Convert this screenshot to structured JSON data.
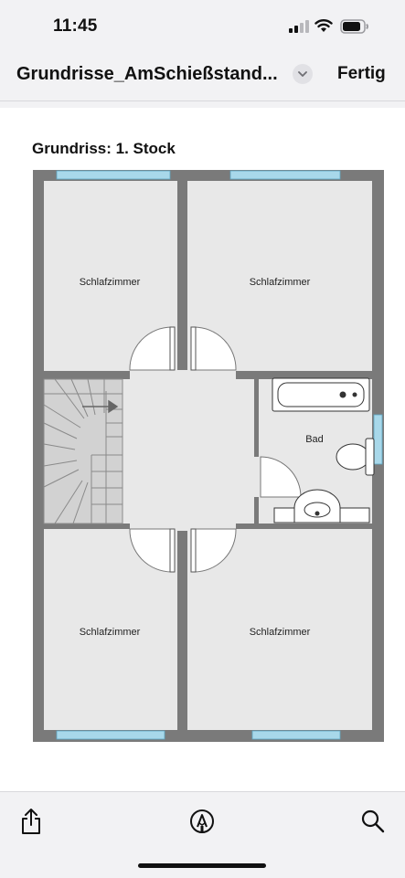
{
  "status_bar": {
    "time": "11:45"
  },
  "nav": {
    "title": "Grundrisse_AmSchießstand...",
    "done_label": "Fertig"
  },
  "plan": {
    "title": "Grundriss: 1. Stock",
    "rooms": [
      "Schlafzimmer",
      "Schlafzimmer",
      "Bad",
      "Schlafzimmer",
      "Schlafzimmer"
    ]
  },
  "toolbar": {
    "icons": [
      "share-icon",
      "markup-icon",
      "search-icon"
    ]
  },
  "colors": {
    "wall": "#7a7a7a",
    "floor": "#e8e8e8",
    "window": "#a8d8ea",
    "text": "#111111"
  }
}
